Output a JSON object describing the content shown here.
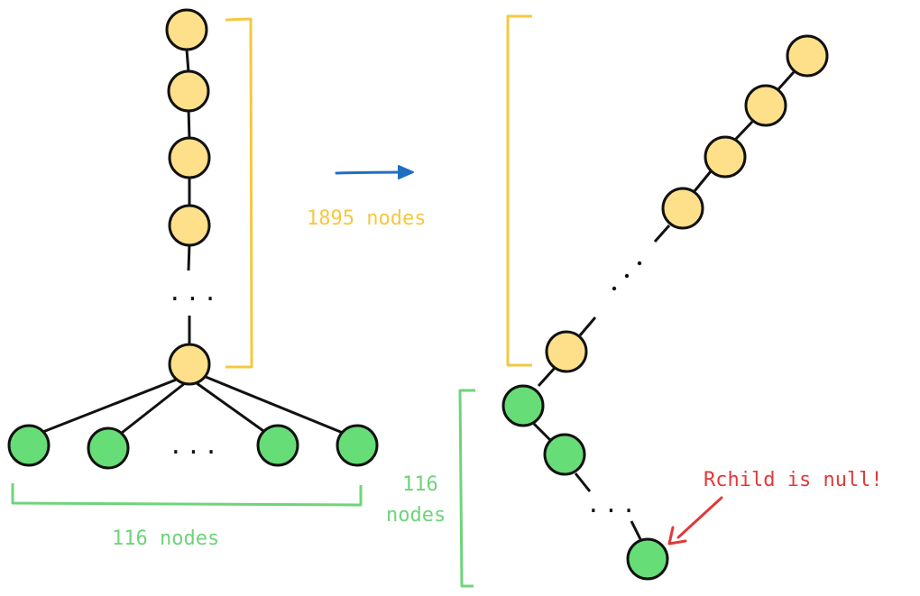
{
  "colors": {
    "yellow_node": "#FFE08A",
    "green_node": "#66DD77",
    "yellow_bracket": "#F5C842",
    "green_bracket": "#6ED47A",
    "arrow_blue": "#1F6FC1",
    "note_red": "#E03A3A",
    "stroke": "#111111"
  },
  "left_tree": {
    "chain_label": "1895 nodes",
    "children_label": "116 nodes",
    "ellipsis_chain": "...",
    "ellipsis_children": "..."
  },
  "right_tree": {
    "green_label_line1": "116",
    "green_label_line2": "nodes",
    "ellipsis_yellow": "...",
    "ellipsis_green": "...",
    "note": "Rchild is null!"
  }
}
